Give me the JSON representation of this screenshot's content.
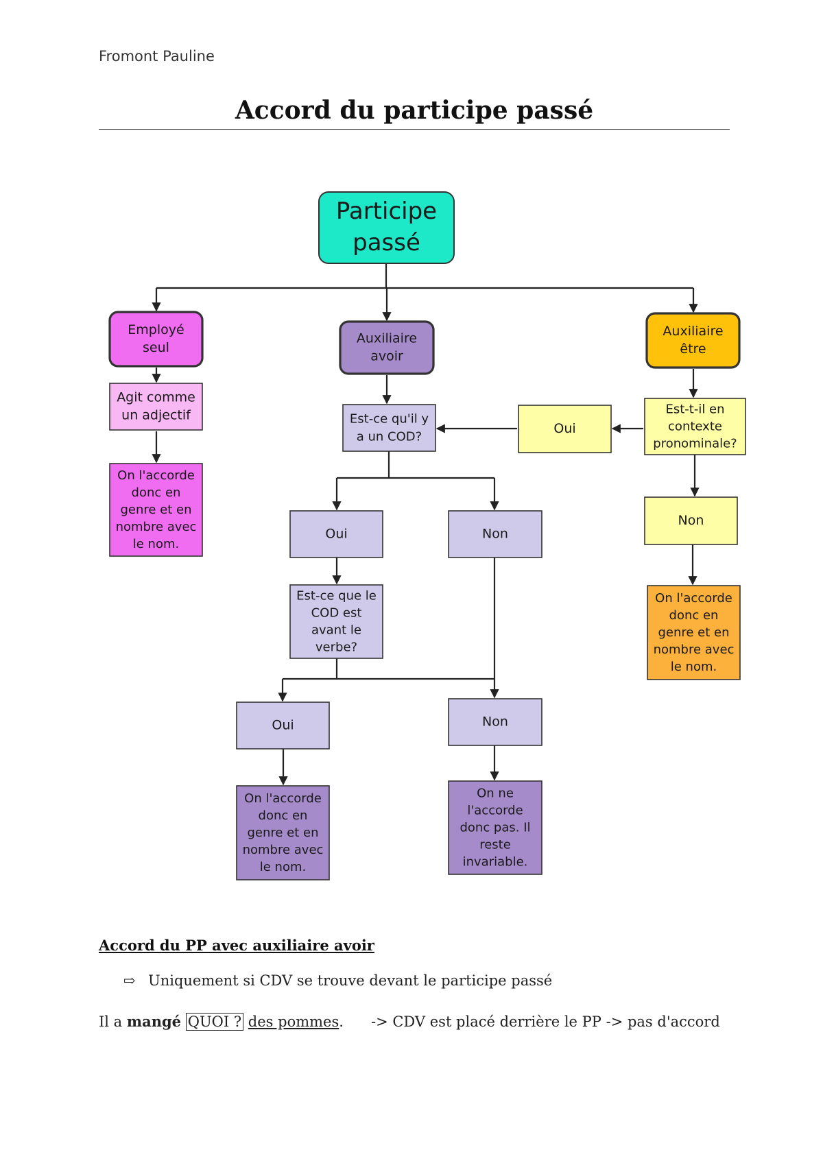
{
  "author": "Fromont Pauline",
  "title": "Accord du participe passé",
  "flowchart": {
    "root": [
      "Participe",
      "passé"
    ],
    "employe": [
      "Employé",
      "seul"
    ],
    "avoir": [
      "Auxiliaire",
      "avoir"
    ],
    "etre": [
      "Auxiliaire",
      "être"
    ],
    "agit": [
      "Agit comme",
      "un adjectif"
    ],
    "accord_employe": [
      "On l'accorde",
      "donc en",
      "genre et en",
      "nombre avec",
      "le nom."
    ],
    "cod_question": [
      "Est-ce qu'il y",
      "a un COD?"
    ],
    "oui_etre": [
      "Oui"
    ],
    "pronominale_question": [
      "Est-t-il en",
      "contexte",
      "pronominale?"
    ],
    "oui_cod": [
      "Oui"
    ],
    "non_cod": [
      "Non"
    ],
    "non_etre": [
      "Non"
    ],
    "avant_question": [
      "Est-ce que le",
      "COD est",
      "avant le",
      "verbe?"
    ],
    "accord_etre": [
      "On l'accorde",
      "donc en",
      "genre et en",
      "nombre avec",
      "le nom."
    ],
    "oui_avant": [
      "Oui"
    ],
    "non_avant": [
      "Non"
    ],
    "accord_avoir": [
      "On l'accorde",
      "donc en",
      "genre et en",
      "nombre avec",
      "le nom."
    ],
    "invariable": [
      "On ne",
      "l'accorde",
      "donc pas. Il",
      "reste",
      "invariable."
    ]
  },
  "colors": {
    "teal": "#1de8c8",
    "magenta": "#f06cf0",
    "pink_light": "#f8b8f4",
    "violet": "#a58bca",
    "lavender": "#cfcaea",
    "gold": "#ffc20a",
    "yellow_light": "#fefea6",
    "orange": "#fbb13b"
  },
  "section": {
    "heading": "Accord du PP avec auxiliaire avoir",
    "bullet": "Uniquement si CDV se trouve devant le participe passé",
    "example": {
      "w1": "Il a",
      "w2": "mangé",
      "w3": "QUOI ?",
      "w4": "des pommes",
      "w5": ".",
      "w6": "-> CDV est placé derrière le PP -> pas d'accord"
    }
  }
}
